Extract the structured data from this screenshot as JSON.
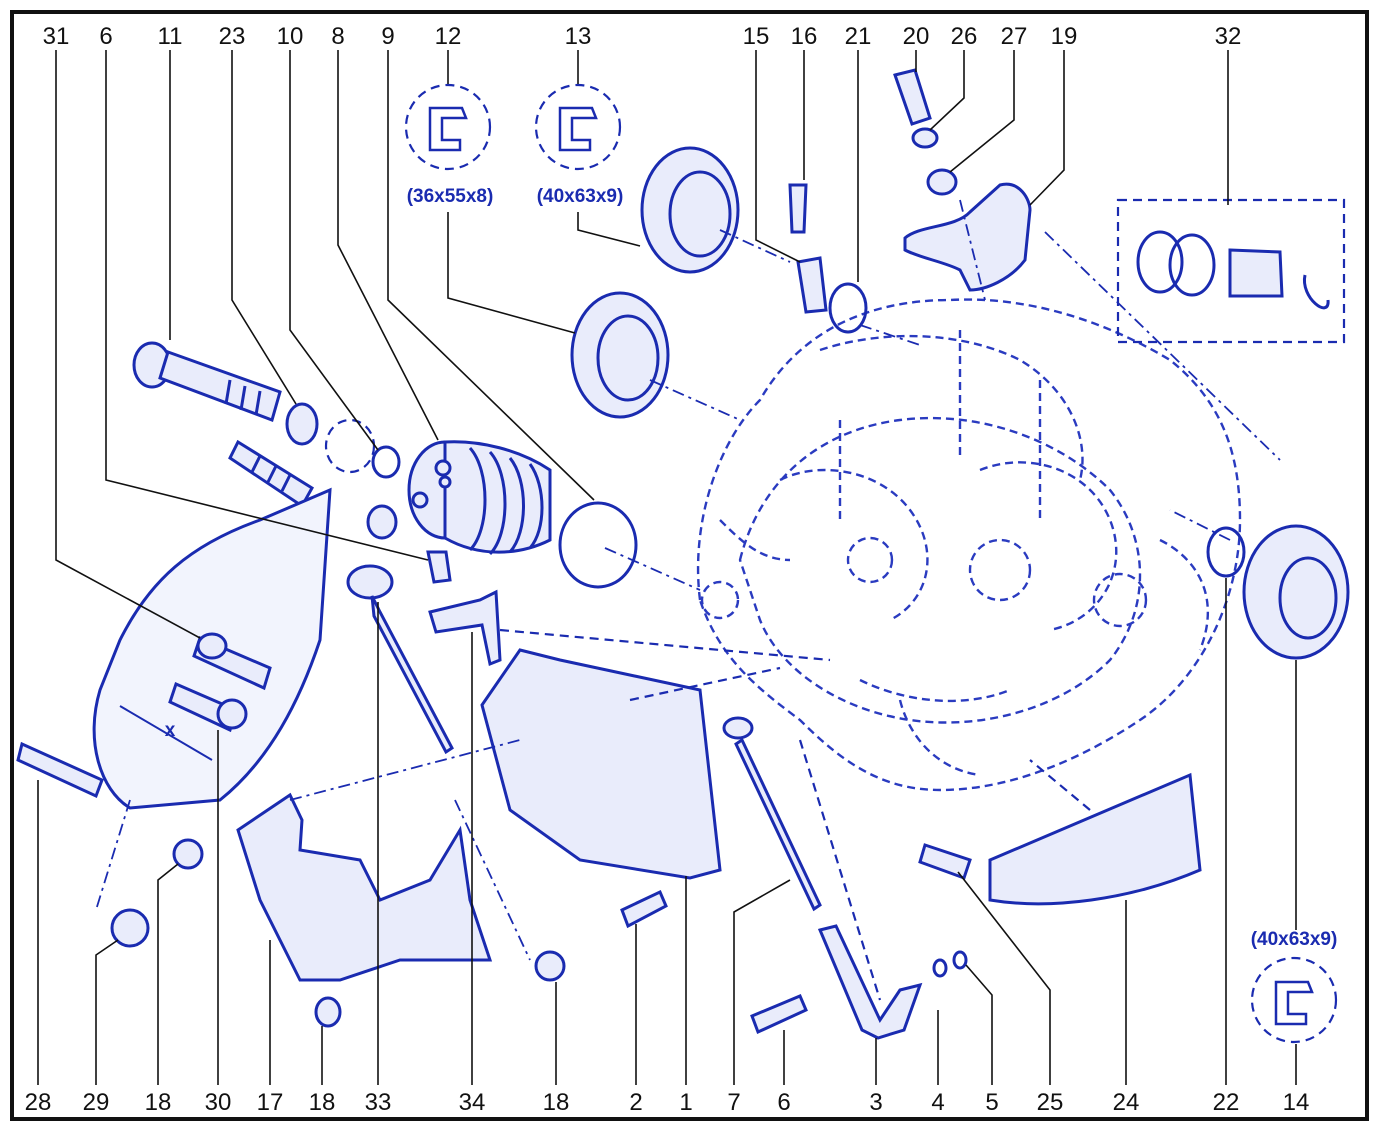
{
  "colors": {
    "line": "#1a2bb0",
    "label": "#111111",
    "frame": "#111111",
    "seal_text": "#1a2bb0"
  },
  "callouts": {
    "top": [
      "31",
      "6",
      "11",
      "23",
      "10",
      "8",
      "9",
      "12",
      "13",
      "15",
      "16",
      "21",
      "20",
      "26",
      "27",
      "19",
      "32"
    ],
    "bottom": [
      "28",
      "29",
      "18",
      "30",
      "17",
      "18",
      "33",
      "34",
      "18",
      "2",
      "1",
      "7",
      "6",
      "3",
      "4",
      "5",
      "25",
      "24",
      "22",
      "14"
    ]
  },
  "seal_sizes": {
    "s12": "(36x55x8)",
    "s13": "(40x63x9)",
    "s14": "(40x63x9)"
  },
  "dimension_label": "x"
}
